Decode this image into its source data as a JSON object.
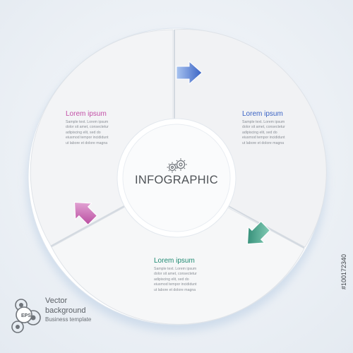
{
  "center": {
    "label": "INFOGRAPHIC",
    "icon": "gears-icon"
  },
  "segments": [
    {
      "title": "Lorem ipsum",
      "body": [
        "Sample text. Lorem ipsum",
        "dolor sit amet, consectetur",
        "adipiscing elit, sed do",
        "eiusmod tempor incididunt",
        "ut labore et dolore magna"
      ],
      "color": "#c24fa6",
      "arrow_icon": "arrow-up-left-icon"
    },
    {
      "title": "Lorem ipsum",
      "body": [
        "Sample text. Lorem ipsum",
        "dolor sit amet, consectetur",
        "adipiscing elit, sed do",
        "eiusmod tempor incididunt",
        "ut labore et dolore magna"
      ],
      "color": "#3a63c4",
      "arrow_icon": "arrow-right-icon"
    },
    {
      "title": "Lorem ipsum",
      "body": [
        "Sample text. Lorem ipsum",
        "dolor sit amet, consectetur",
        "adipiscing elit, sed do",
        "eiusmod tempor incididunt",
        "ut labore et dolore magna"
      ],
      "color": "#1f8a72",
      "arrow_icon": "arrow-down-left-icon"
    }
  ],
  "footer": {
    "badge": "EPS",
    "badge_icon": "gears-icon",
    "line1": "Vector",
    "line2": "background",
    "line3": "Business template"
  },
  "stock_id": "#100172340",
  "colors": {
    "background": "#eef2f6",
    "ring": "#f4f6f8",
    "ring_edge": "#c6d4e3",
    "text": "#4f5357",
    "body_text": "#8a8f96"
  }
}
